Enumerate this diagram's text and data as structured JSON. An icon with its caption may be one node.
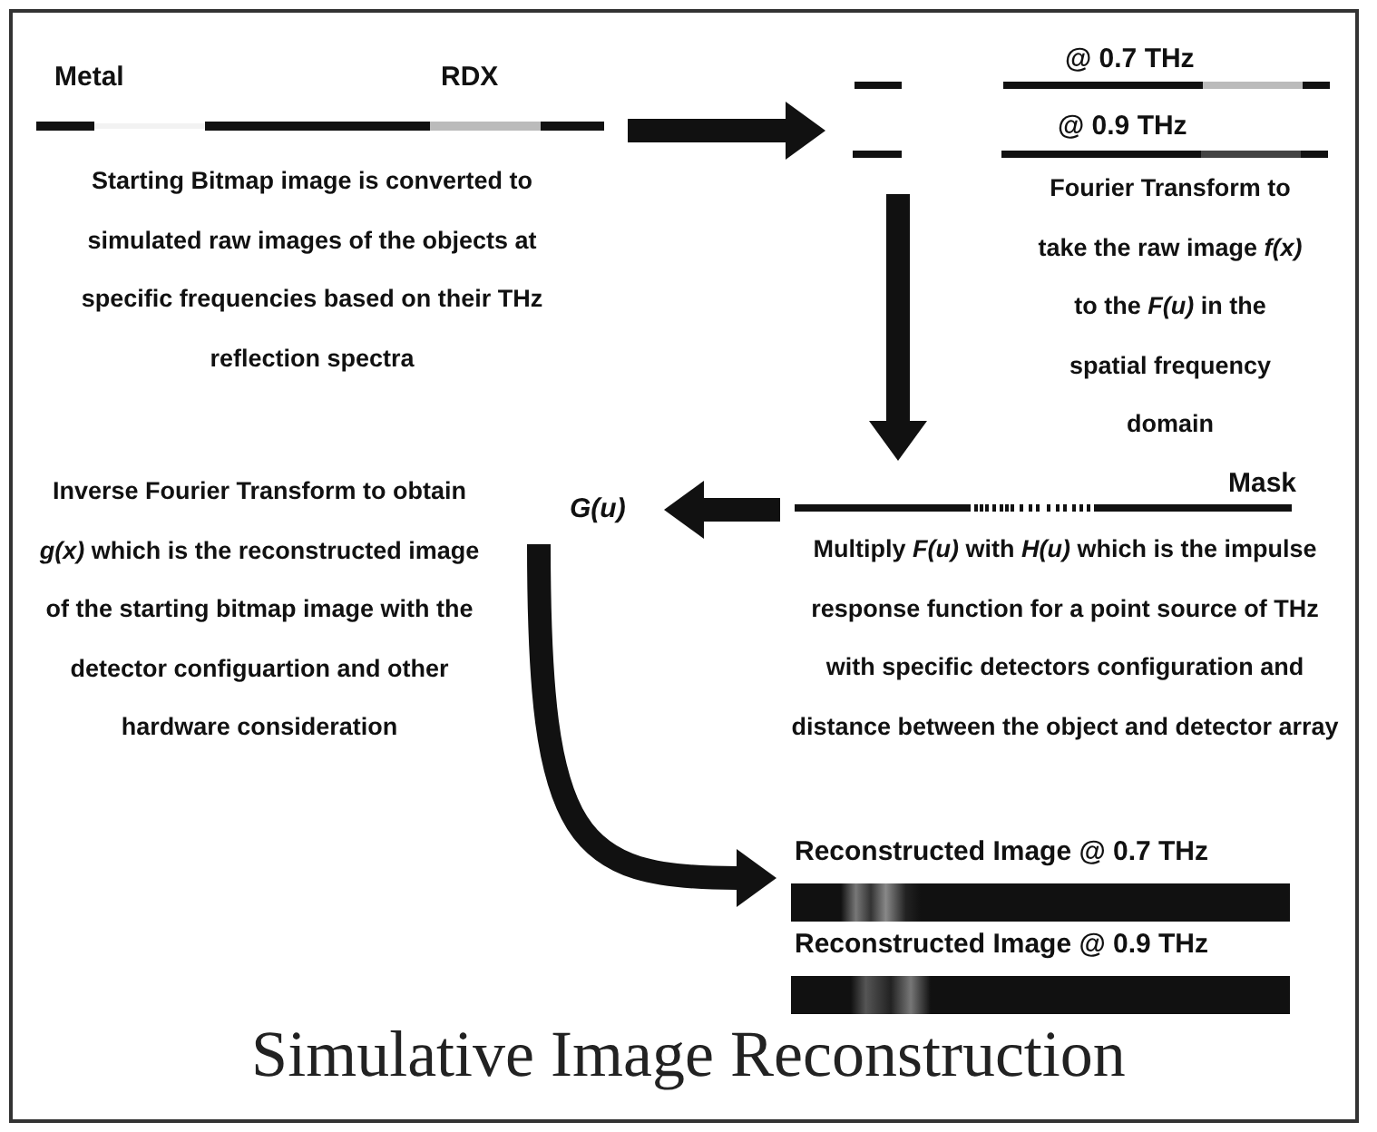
{
  "diagram": {
    "title": "Simulative Image Reconstruction",
    "nodes": [
      {
        "text": [
          "Metal",
          "RDX"
        ]
      },
      {
        "text": [
          "@ 0.7 THz",
          "@ 0.9 THz"
        ]
      },
      {
        "text": [
          "Mask"
        ]
      },
      {
        "text": [
          "G(u)"
        ]
      },
      {
        "text": [
          "Reconstructed Image @ 0.7 THz",
          "Reconstructed Image @ 0.9 THz"
        ]
      }
    ],
    "edges": [
      {
        "from": 0,
        "to": 1,
        "arrow": "to"
      },
      {
        "from": 1,
        "to": 2,
        "arrow": "to"
      },
      {
        "from": 2,
        "to": 3,
        "arrow": "to"
      },
      {
        "from": 3,
        "to": 4,
        "arrow": "to"
      }
    ],
    "labels": [
      "Starting Bitmap image is converted to simulated raw images of the objects at specific frequencies based on their THz reflection spectra",
      "Fourier Transform to take the raw image *f(x)* to the *F(u)* in the spatial frequency domain",
      "Inverse Fourier Transform to obtain *g(x)* which is the reconstructed image of the starting bitmap image with the detector configuartion and other hardware consideration",
      "Multiply *F(u)* with *H(u)* which is the impulse response function for a point source of THz with specific detectors configuration and distance between the object and detector array"
    ]
  }
}
